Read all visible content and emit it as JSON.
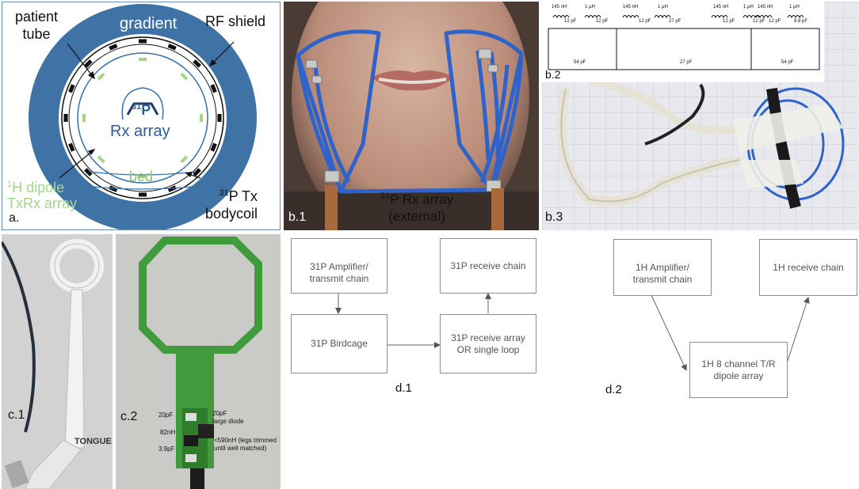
{
  "panel_a": {
    "letter": "a.",
    "gradient": "gradient",
    "rf_shield": "RF shield",
    "patient_tube_1": "patient",
    "patient_tube_2": "tube",
    "rx_array_sup": "31",
    "rx_array_p": "P",
    "rx_array_text": "Rx array",
    "bed": "bed",
    "dipole_sup": "1",
    "dipole_1": "H dipole",
    "dipole_2": "TxRx array",
    "tx_sup": "31",
    "tx_1": "P Tx",
    "tx_2": "bodycoil",
    "colors": {
      "gradient": "#3f72a5",
      "green": "#a4d68a",
      "blue": "#2f6faa"
    }
  },
  "panel_b1": {
    "letter": "b.1",
    "caption_sup": "31",
    "caption_1": "P Rx array",
    "caption_2": "(external)"
  },
  "panel_b2": {
    "letter": "b.2",
    "labels": [
      "145 nH",
      "1 µH",
      "12 pF",
      "12 pF",
      "145 nH",
      "1 µH",
      "12 pF",
      "27 pF",
      "145 nH",
      "1 µH",
      "12 pF",
      "12 pF",
      "145 nH",
      "1 µH",
      "12 pF",
      "8.8 pF",
      "54 pF",
      "27 pF",
      "54 pF"
    ]
  },
  "panel_b3": {
    "letter": "b.3"
  },
  "panel_c1": {
    "letter": "c.1",
    "tongue": "TONGUE"
  },
  "panel_c2": {
    "letter": "c.2",
    "cap_left_top": "20pF",
    "ind_left": "82nH",
    "cap_left_bot": "3.9pF",
    "cap_right_1": "20pF",
    "cap_right_2": "large diode",
    "ind_right_1": "<590nH (legs trimmed",
    "ind_right_2": "until well matched)"
  },
  "panel_d1": {
    "letter": "d.1",
    "amp": "31P Amplifier/ transmit chain",
    "receive": "31P receive chain",
    "birdcage": "31P Birdcage",
    "array": "31P receive array OR single loop"
  },
  "panel_d2": {
    "letter": "d.2",
    "amp": "1H Amplifier/ transmit chain",
    "receive": "1H receive chain",
    "dipole": "1H 8 channel T/R dipole array"
  }
}
